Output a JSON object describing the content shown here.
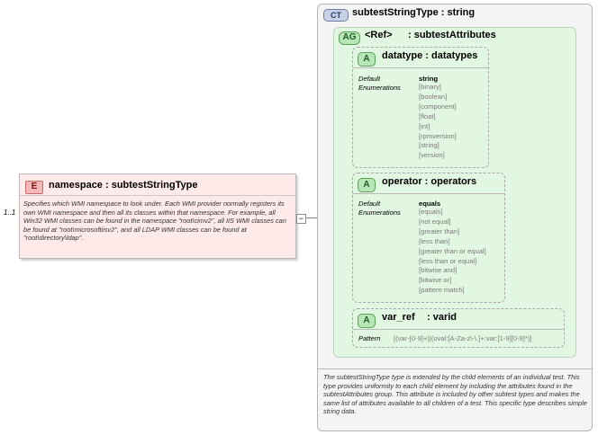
{
  "element": {
    "badge": "E",
    "title": "namespace : subtestStringType",
    "multiplicity": "1..1",
    "documentation": "Specifies which WMI namespace to look under.  Each WMI provider normally registers its own WMI namespace and then all its classes within that namespace. For example, all Win32 WMI classes can be found in the namespace \"root\\cimv2\", all IIS WMI classes can be found at \"root\\microsoftiisv2\", and all LDAP WMI classes can be found at \"root\\directory\\ldap\"."
  },
  "complex_type": {
    "badge": "CT",
    "title": "subtestStringType : string",
    "documentation": "The subtestStringType type is extended by the child elements of an individual test.  This type provides uniformity to each child element by including the attributes found in the subtestAttributes group.  This attribute is included by other subtest types and makes the same list of attributes available to all children of a test.  This specific type describes simple string data."
  },
  "attribute_group": {
    "badge": "AG",
    "ref_label": "<Ref>",
    "name": ": subtestAttributes"
  },
  "attributes": [
    {
      "badge": "A",
      "title": "datatype : datatypes",
      "label_default": "Default",
      "label_enumerations": "Enumerations",
      "default": "string",
      "enumerations": [
        "[binary]",
        "[boolean]",
        "[component]",
        "[float]",
        "[int]",
        "[rpmversion]",
        "[string]",
        "[version]"
      ]
    },
    {
      "badge": "A",
      "title": "operator : operators",
      "label_default": "Default",
      "label_enumerations": "Enumerations",
      "default": "equals",
      "enumerations": [
        "[equals]",
        "[not equal]",
        "[greater than]",
        "[less than]",
        "[greater than or equal]",
        "[less than or equal]",
        "[bitwise and]",
        "[bitwise or]",
        "[pattern match]"
      ]
    },
    {
      "badge": "A",
      "title_name": "var_ref",
      "title_type": ": varid",
      "label_pattern": "Pattern",
      "pattern": "[(var-[0-9]+)|(oval:[A-Za-z\\-\\.]+:var:[1-9][0-9]*)]"
    }
  ]
}
